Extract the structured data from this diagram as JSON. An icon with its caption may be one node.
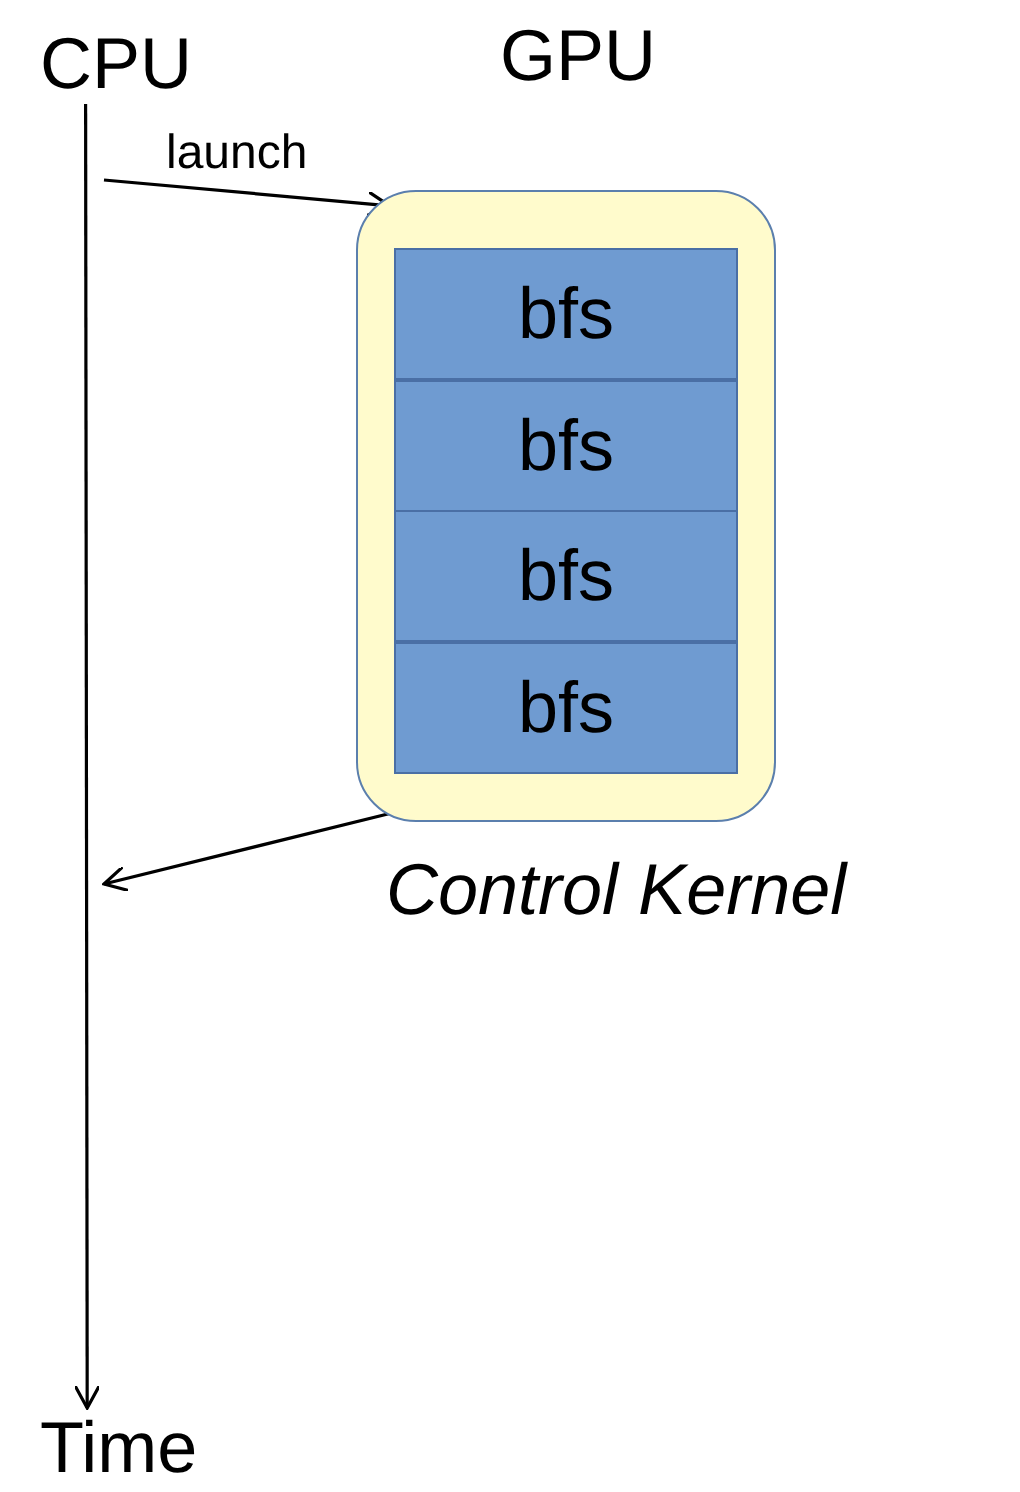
{
  "diagram": {
    "nodes": [
      {
        "text": [
          "CPU"
        ]
      },
      {
        "text": [
          "Control Kernel"
        ]
      },
      {
        "text": [
          "bfs"
        ],
        "in": 1
      },
      {
        "text": [
          "bfs"
        ],
        "in": 1
      },
      {
        "text": [
          "bfs"
        ],
        "in": 1
      },
      {
        "text": [
          "bfs"
        ],
        "in": 1
      },
      {
        "text": [
          "Time"
        ]
      }
    ],
    "edges": [
      {
        "from": 0,
        "to": 6,
        "arrow": "to"
      },
      {
        "from": null,
        "to": 1,
        "arrow": "to",
        "label": "launch"
      },
      {
        "from": 1,
        "to": null,
        "arrow": "to"
      }
    ],
    "labels": [
      "GPU"
    ]
  }
}
